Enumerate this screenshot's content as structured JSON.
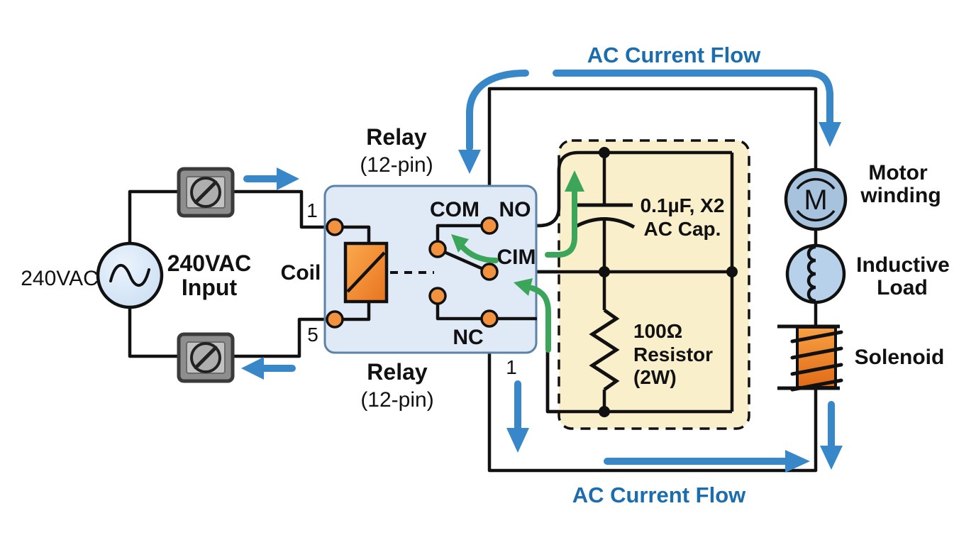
{
  "labels": {
    "source_value": "240VAC",
    "input_line1": "240VAC",
    "input_line2": "Input",
    "coil": "Coil",
    "relay_line1": "Relay",
    "relay_line2": "(12-pin)",
    "pin_top": "1",
    "pin_bottom": "5",
    "pin_nc": "1",
    "com": "COM",
    "no": "NO",
    "cim": "CIM",
    "nc": "NC",
    "cap_line1": "0.1µF, X2",
    "cap_line2": "AC Cap.",
    "resistor_line1": "100Ω",
    "resistor_line2": "Resistor",
    "resistor_line3": "(2W)",
    "motor_symbol": "M",
    "motor_line1": "Motor",
    "motor_line2": "winding",
    "inductive_line1": "Inductive",
    "inductive_line2": "Load",
    "solenoid": "Solenoid",
    "flow_top": "AC Current Flow",
    "flow_bottom": "AC Current Flow"
  },
  "colors": {
    "arrow-blue": "#3887c9",
    "text-blue": "#1c6dae",
    "green": "#3ba55a",
    "relay-fill": "#e0eaf7",
    "relay-stroke": "#5d82a8",
    "snubber-fill": "#f9efcb",
    "orange-dot": "#f2923f",
    "coil-orange1": "#fbaa4e",
    "coil-orange2": "#e8741f",
    "source-fill": "#cadef2",
    "motor-fill": "#a6c2dd",
    "inductive-fill": "#b6d1e9",
    "solenoid1": "#f8a143",
    "solenoid2": "#e06a18"
  }
}
